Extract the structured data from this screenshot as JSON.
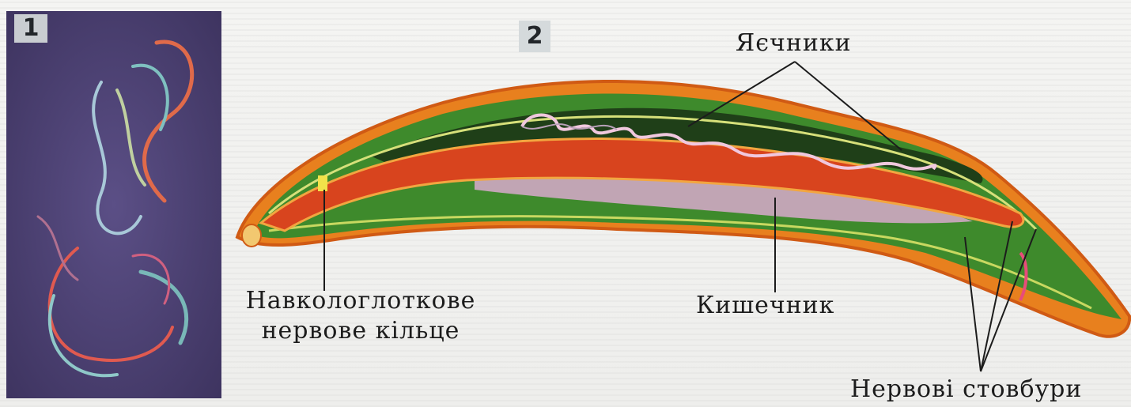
{
  "figure": {
    "panel_1_number": "1",
    "panel_2_number": "2",
    "labels": {
      "ovaries": "Яєчники",
      "nerve_ring_line1": "Навкологлоткове",
      "nerve_ring_line2": "нервове кільце",
      "intestine": "Кишечник",
      "nerve_trunks": "Нервові стовбури"
    }
  },
  "colors": {
    "photo_background": "#4e4272",
    "body_outer": "#e87a1c",
    "body_wall": "#3f8a2a",
    "intestine": "#d8401e",
    "ovary": "#d9a9c9"
  }
}
